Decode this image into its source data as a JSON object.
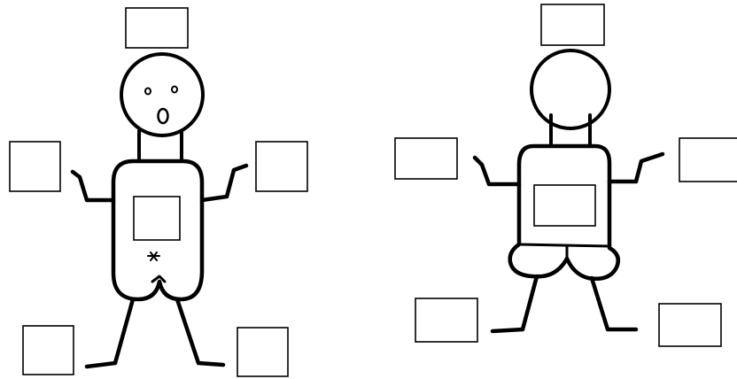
{
  "figures": [
    {
      "name": "figure-with-face",
      "has_face": true,
      "has_navel_mark": true,
      "label_boxes": [
        "head",
        "left-hand",
        "right-hand",
        "chest",
        "left-foot",
        "right-foot"
      ]
    },
    {
      "name": "figure-without-face",
      "has_face": false,
      "has_navel_mark": false,
      "label_boxes": [
        "head",
        "left-hand",
        "right-hand",
        "chest",
        "left-foot",
        "right-foot"
      ]
    }
  ],
  "colors": {
    "ink": "#000000",
    "paper": "#ffffff"
  }
}
